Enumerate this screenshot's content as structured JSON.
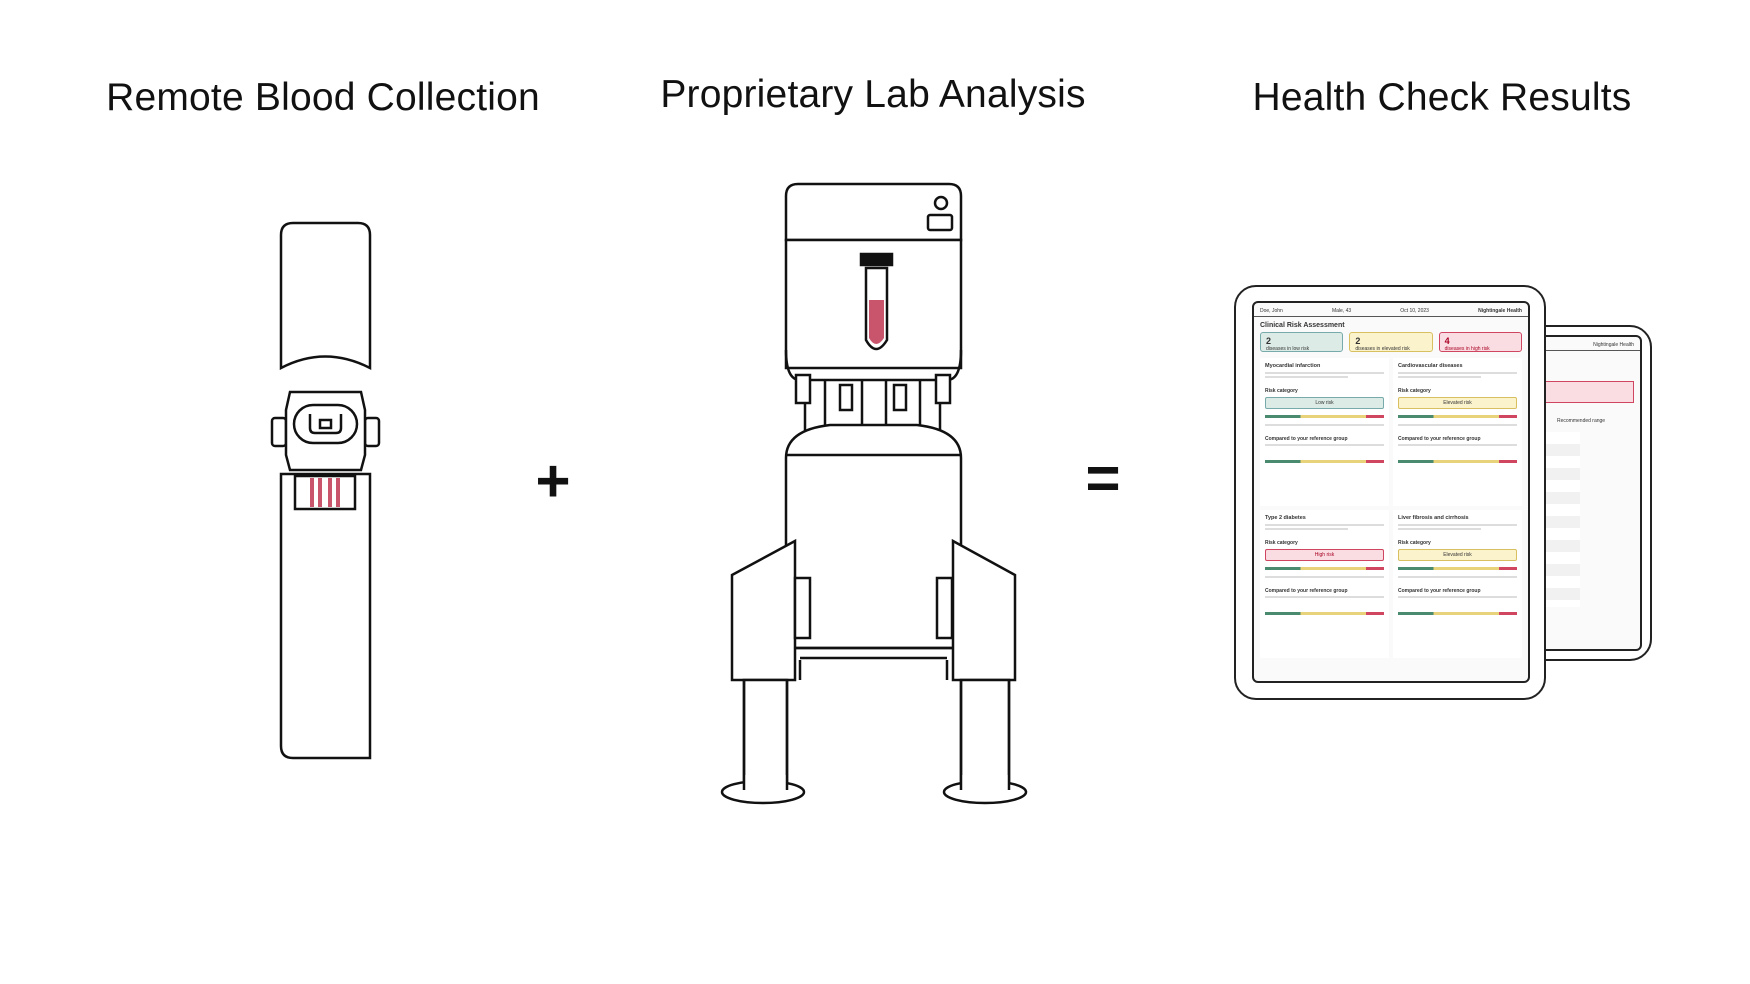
{
  "titles": {
    "collection": "Remote Blood Collection",
    "lab": "Proprietary Lab Analysis",
    "results": "Health Check Results"
  },
  "operators": {
    "plus": "+",
    "equals": "="
  },
  "colors": {
    "blood": "#c9556d",
    "low": "#dcebe5",
    "elevated": "#fbf3cc",
    "high": "#f9dde3"
  },
  "report": {
    "name": "Doe, John",
    "sex_age": "Male, 43",
    "date": "Oct 10, 2023",
    "brand": "Nightingale Health",
    "heading": "Clinical Risk Assessment",
    "summary": [
      {
        "count": "2",
        "label": "diseases in low risk"
      },
      {
        "count": "2",
        "label": "diseases in elevated risk"
      },
      {
        "count": "4",
        "label": "diseases in high risk"
      }
    ],
    "cards": [
      {
        "title": "Myocardial infarction",
        "category_label": "Risk category",
        "risk": "Low risk",
        "compare": "Compared to your reference group"
      },
      {
        "title": "Cardiovascular diseases",
        "category_label": "Risk category",
        "risk": "Elevated risk",
        "compare": "Compared to your reference group"
      },
      {
        "title": "Type 2 diabetes",
        "category_label": "Risk category",
        "risk": "High risk",
        "compare": "Compared to your reference group"
      },
      {
        "title": "Liver fibrosis and cirrhosis",
        "category_label": "Risk category",
        "risk": "Elevated risk",
        "compare": "Compared to your reference group"
      }
    ],
    "back": {
      "brand": "Nightingale Health",
      "range_label": "Recommended range"
    }
  }
}
